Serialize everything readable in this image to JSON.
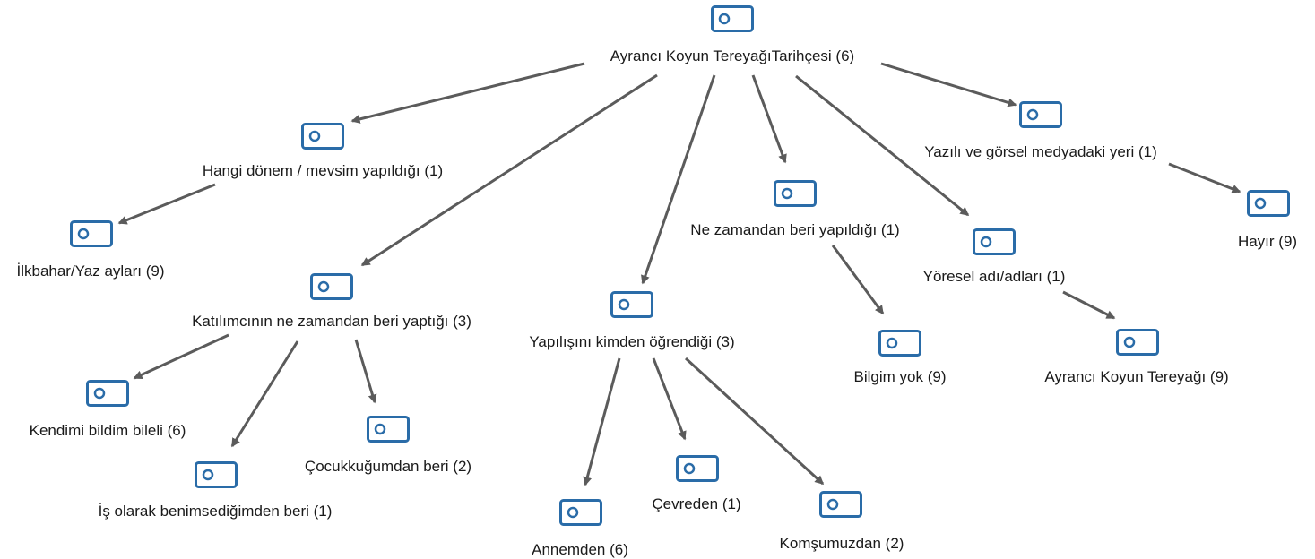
{
  "diagram": {
    "colors": {
      "edge": "#5b5b5b",
      "icon": "#2a6ca8",
      "text": "#1a1a1a"
    },
    "icon": "code-node-icon",
    "nodes": [
      {
        "id": "root",
        "label": "Ayrancı Koyun TereyağıTarihçesi (6)"
      },
      {
        "id": "hangi",
        "label": "Hangi dönem / mevsim yapıldığı (1)"
      },
      {
        "id": "ilkbahar",
        "label": "İlkbahar/Yaz ayları (9)"
      },
      {
        "id": "katilimci",
        "label": "Katılımcının ne zamandan beri yaptığı (3)"
      },
      {
        "id": "kendimi",
        "label": "Kendimi bildim bileli (6)"
      },
      {
        "id": "is",
        "label": "İş olarak benimsediğimden beri (1)"
      },
      {
        "id": "cocuk",
        "label": "Çocukkuğumdan beri (2)"
      },
      {
        "id": "yapilis",
        "label": "Yapılışını kimden öğrendiği (3)"
      },
      {
        "id": "annem",
        "label": "Annemden (6)"
      },
      {
        "id": "cevre",
        "label": "Çevreden (1)"
      },
      {
        "id": "komsu",
        "label": "Komşumuzdan (2)"
      },
      {
        "id": "nezaman",
        "label": "Ne zamandan beri yapıldığı (1)"
      },
      {
        "id": "bilgim",
        "label": "Bilgim yok (9)"
      },
      {
        "id": "yoresel",
        "label": "Yöresel adı/adları (1)"
      },
      {
        "id": "ayranci",
        "label": "Ayrancı Koyun Tereyağı (9)"
      },
      {
        "id": "yazili",
        "label": "Yazılı ve görsel medyadaki yeri (1)"
      },
      {
        "id": "hayir",
        "label": "Hayır (9)"
      }
    ],
    "edges": [
      [
        "root",
        "hangi"
      ],
      [
        "root",
        "katilimci"
      ],
      [
        "root",
        "yapilis"
      ],
      [
        "root",
        "nezaman"
      ],
      [
        "root",
        "yoresel"
      ],
      [
        "root",
        "yazili"
      ],
      [
        "hangi",
        "ilkbahar"
      ],
      [
        "katilimci",
        "kendimi"
      ],
      [
        "katilimci",
        "is"
      ],
      [
        "katilimci",
        "cocuk"
      ],
      [
        "yapilis",
        "annem"
      ],
      [
        "yapilis",
        "cevre"
      ],
      [
        "yapilis",
        "komsu"
      ],
      [
        "nezaman",
        "bilgim"
      ],
      [
        "yoresel",
        "ayranci"
      ],
      [
        "yazili",
        "hayir"
      ]
    ]
  }
}
